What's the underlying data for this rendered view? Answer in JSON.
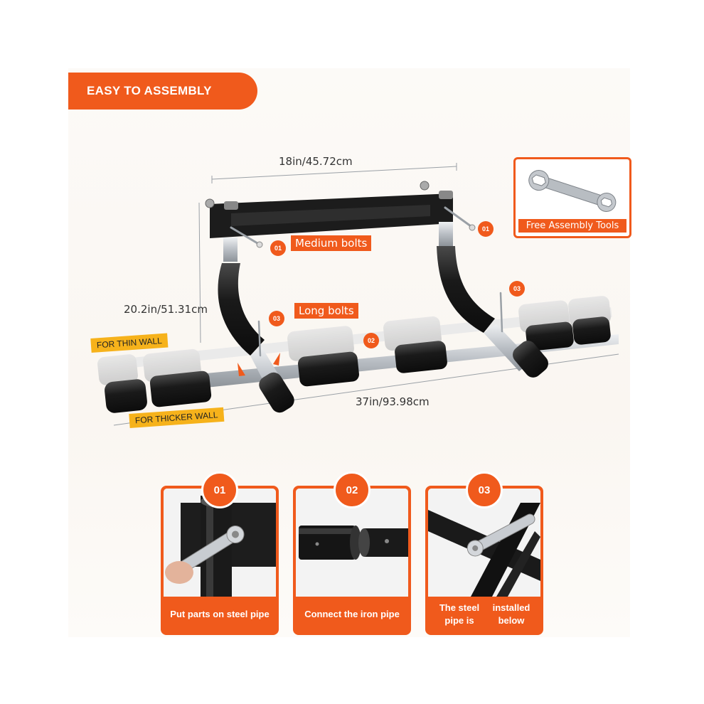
{
  "banner": {
    "title": "EASY TO ASSEMBLY"
  },
  "dimensions": {
    "top_width": "18in/45.72cm",
    "height": "20.2in/51.31cm",
    "bottom_width": "37in/93.98cm"
  },
  "callouts": {
    "medium_bolts": {
      "number": "01",
      "label": "Medium bolts"
    },
    "medium_bolts_right": {
      "number": "01"
    },
    "long_bolts": {
      "number": "03",
      "label": "Long bolts"
    },
    "long_bolts_right": {
      "number": "03"
    },
    "connector": {
      "number": "02"
    },
    "thin_wall": "FOR THIN WALL",
    "thicker_wall": "FOR THICKER WALL"
  },
  "tools": {
    "label": "Free Assembly Tools",
    "icon": "wrench-icon"
  },
  "steps": [
    {
      "number": "01",
      "caption": "Put parts on steel pipe"
    },
    {
      "number": "02",
      "caption": "Connect the iron pipe"
    },
    {
      "number": "03",
      "caption_line1": "The steel pipe is",
      "caption_line2": "installed below"
    }
  ],
  "colors": {
    "accent": "#f05a1c",
    "highlight": "#f6b21b",
    "foam": "#1e1e1e",
    "steel": "#c9cdd2"
  }
}
